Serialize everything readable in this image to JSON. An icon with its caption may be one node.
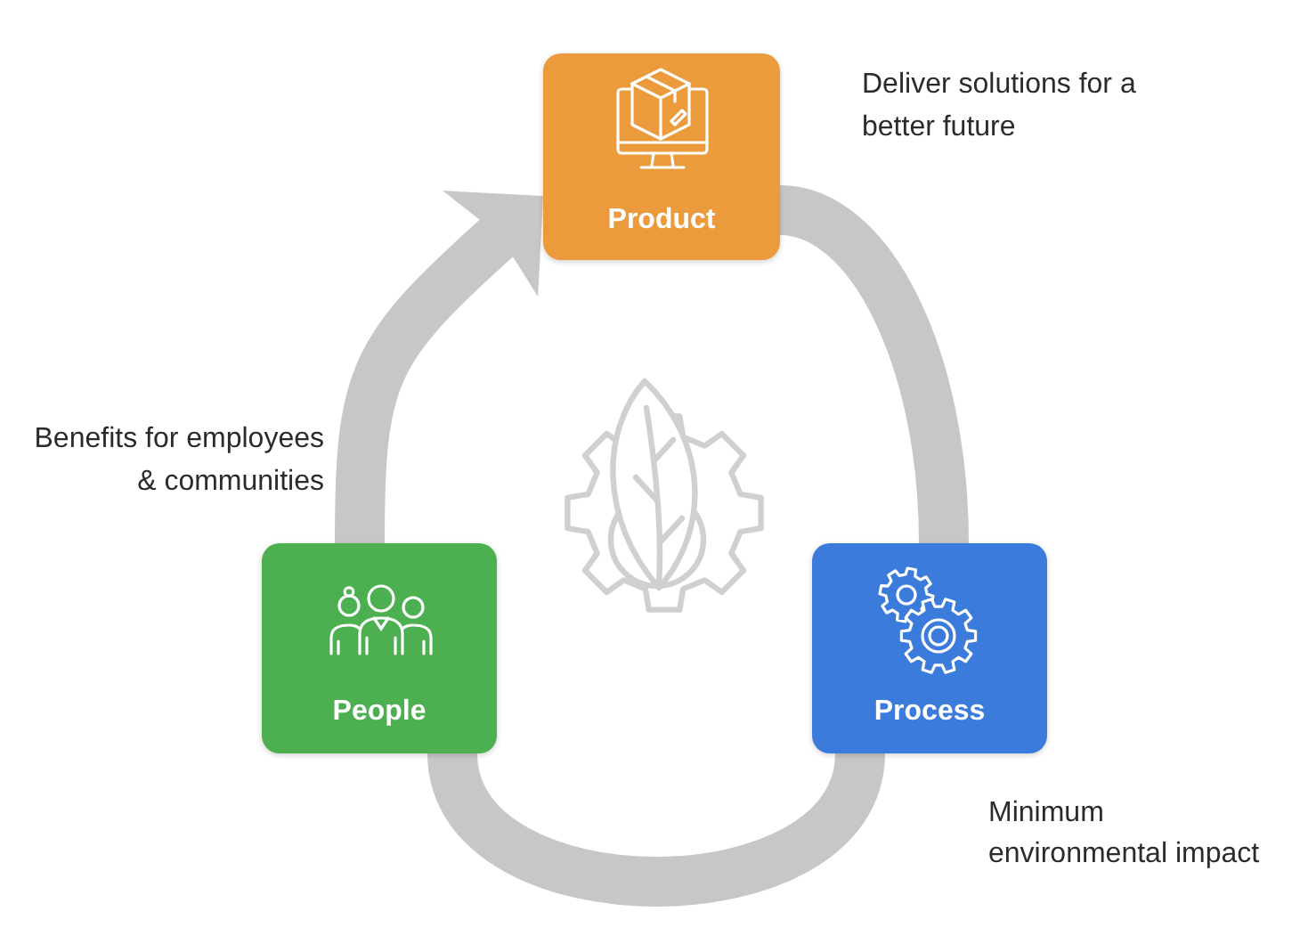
{
  "diagram": {
    "nodes": [
      {
        "text": [
          "Product"
        ],
        "beside": [
          "Deliver solutions for a better future"
        ]
      },
      {
        "text": [
          "People"
        ],
        "beside": [
          "Benefits for employees & communities"
        ]
      },
      {
        "text": [
          "Process"
        ],
        "beside": [
          "Minimum environmental impact"
        ]
      }
    ],
    "edges": [
      {
        "from": 0,
        "to": 2,
        "arrow": "none"
      },
      {
        "from": 2,
        "to": 1,
        "arrow": "none"
      },
      {
        "from": 1,
        "to": 0,
        "arrow": "to"
      }
    ]
  }
}
